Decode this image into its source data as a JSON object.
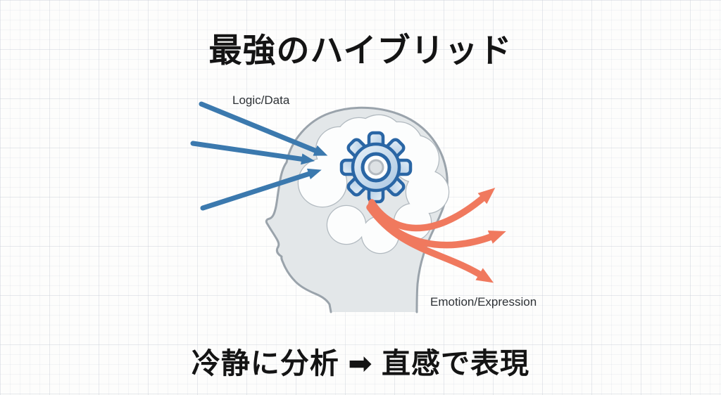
{
  "slide": {
    "title": "最強のハイブリッド",
    "summary": "冷静に分析 ➡ 直感で表現"
  },
  "diagram": {
    "input_label": "Logic/Data",
    "output_label": "Emotion/Expression",
    "colors": {
      "input_arrows": "#3b79ae",
      "output_arrows": "#f0795e",
      "head_fill": "#e3e7e9",
      "head_outline": "#9aa3ab",
      "brain_fill": "#fcfdfd",
      "brain_outline": "#b2bac0",
      "gear_outline": "#2a66a5",
      "gear_fill_light": "#e8f1f8",
      "gear_fill_dark": "#abc7e2"
    }
  }
}
